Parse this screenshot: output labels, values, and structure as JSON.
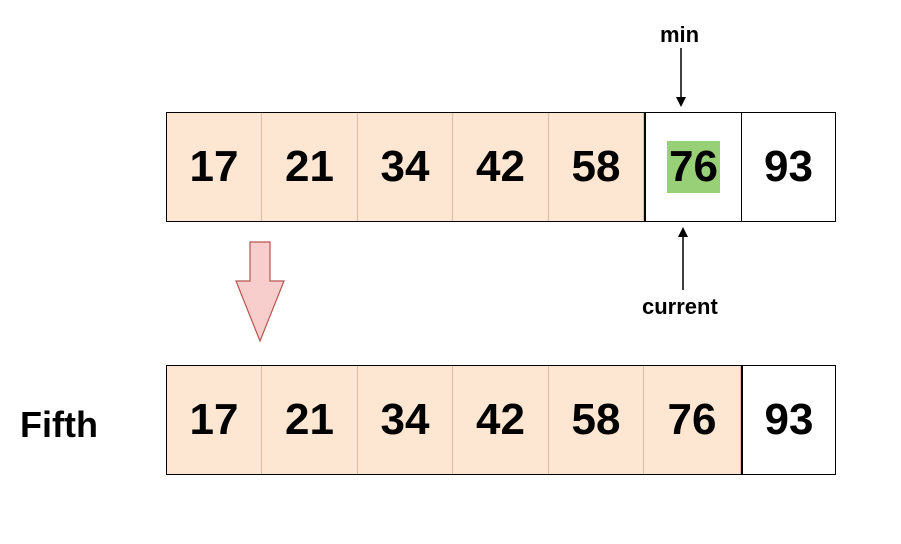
{
  "diagram": {
    "top_row": {
      "values": [
        "17",
        "21",
        "34",
        "42",
        "58",
        "76",
        "93"
      ],
      "sorted_count": 5,
      "highlight_index": 5
    },
    "bottom_row": {
      "label": "Fifth",
      "values": [
        "17",
        "21",
        "34",
        "42",
        "58",
        "76",
        "93"
      ],
      "sorted_count": 6
    },
    "pointers": {
      "min_label": "min",
      "current_label": "current"
    },
    "colors": {
      "sorted_fill": "#fde6d2",
      "highlight_fill": "#97d077",
      "transition_arrow_fill": "#f8cecc",
      "transition_arrow_stroke": "#b85450"
    },
    "icons": {
      "transition": "down-arrow-icon",
      "min_pointer": "arrow-down-icon",
      "current_pointer": "arrow-up-icon"
    }
  }
}
